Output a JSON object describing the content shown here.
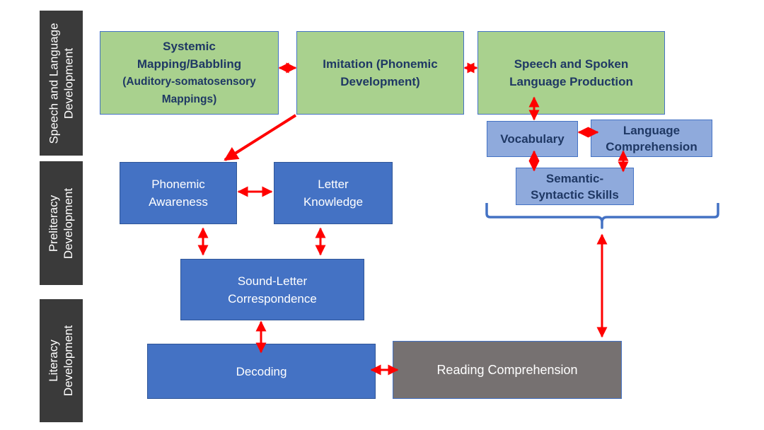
{
  "sidebar": {
    "speech": [
      "Speech and Language",
      "Development"
    ],
    "preliteracy": [
      "Preliteracy",
      "Development"
    ],
    "literacy": [
      "Literacy",
      "Development"
    ]
  },
  "nodes": {
    "systemic_mapping": [
      "Systemic",
      "Mapping/Babbling",
      "(Auditory-somatosensory",
      "Mappings)"
    ],
    "imitation": [
      "Imitation (Phonemic",
      "Development)"
    ],
    "speech_production": [
      "Speech and Spoken",
      "Language Production"
    ],
    "vocabulary": [
      "Vocabulary"
    ],
    "language_comprehension": [
      "Language",
      "Comprehension"
    ],
    "semantic_syntactic": [
      "Semantic-",
      "Syntactic Skills"
    ],
    "phonemic_awareness": [
      "Phonemic",
      "Awareness"
    ],
    "letter_knowledge": [
      "Letter",
      "Knowledge"
    ],
    "sound_letter": [
      "Sound-Letter",
      "Correspondence"
    ],
    "decoding": [
      "Decoding"
    ],
    "reading_comprehension": [
      "Reading Comprehension"
    ]
  },
  "colors": {
    "arrow": "#ff0000",
    "green_box": "#a9d18e",
    "blue_box": "#4472c4",
    "light_blue_box": "#8faadc",
    "gray_box": "#767171",
    "side_label": "#3a3a3a",
    "brace": "#4472c4"
  }
}
